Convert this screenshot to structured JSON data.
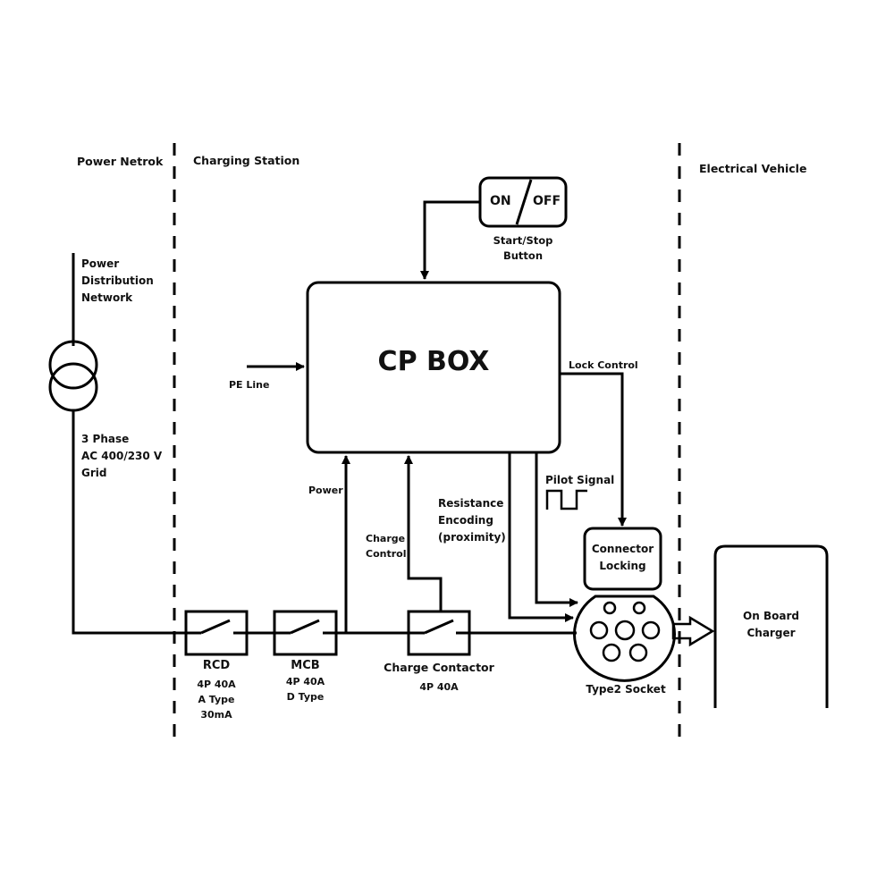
{
  "regions": {
    "power_network": "Power Netrok",
    "charging_station": "Charging Station",
    "electrical_vehicle": "Electrical Vehicle"
  },
  "grid": {
    "network_label": "Power\nDistribution\nNetwork",
    "supply_label": "3 Phase\nAC 400/230 V\nGrid"
  },
  "cp_box": {
    "title": "CP BOX"
  },
  "start_stop": {
    "on": "ON",
    "off": "OFF",
    "label": "Start/Stop\nButton"
  },
  "signals": {
    "pe_line": "PE Line",
    "lock_control": "Lock Control",
    "power": "Power",
    "charge_control": "Charge\nControl",
    "resistance_encoding": "Resistance\nEncoding\n(proximity)",
    "pilot_signal": "Pilot Signal"
  },
  "components": {
    "rcd": {
      "name": "RCD",
      "spec": "4P 40A\nA Type\n30mA"
    },
    "mcb": {
      "name": "MCB",
      "spec": "4P 40A\nD Type"
    },
    "contactor": {
      "name": "Charge Contactor",
      "spec": "4P 40A"
    },
    "connector_locking": "Connector\nLocking",
    "socket": "Type2 Socket",
    "on_board_charger": "On Board\nCharger"
  }
}
